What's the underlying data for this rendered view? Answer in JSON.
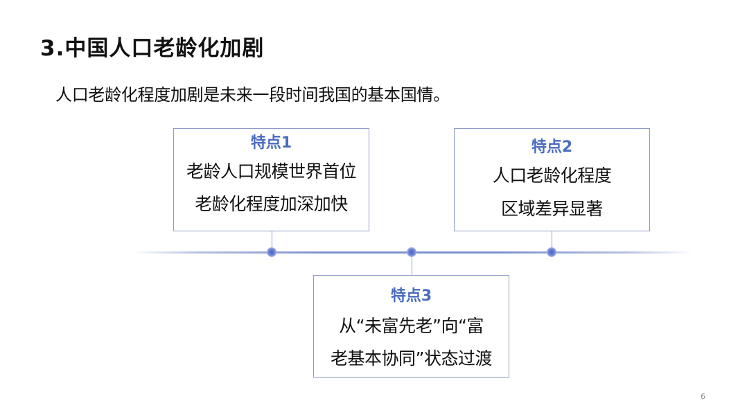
{
  "slide": {
    "title": "3.中国人口老龄化加剧",
    "subtitle": "人口老龄化程度加剧是未来一段时间我国的基本国情。",
    "page_number": "6"
  },
  "cards": [
    {
      "label": "特点1",
      "lines": [
        "老龄人口规模世界首位",
        "老龄化程度加深加快"
      ]
    },
    {
      "label": "特点2",
      "lines": [
        "人口老龄化程度",
        "区域差异显著"
      ]
    },
    {
      "label": "特点3",
      "lines": [
        "从“未富先老”向“富",
        "老基本协同”状态过渡"
      ]
    }
  ],
  "colors": {
    "accent": "#4a6cc0",
    "border": "#8e9ac8",
    "timeline": "#6e84c8"
  }
}
